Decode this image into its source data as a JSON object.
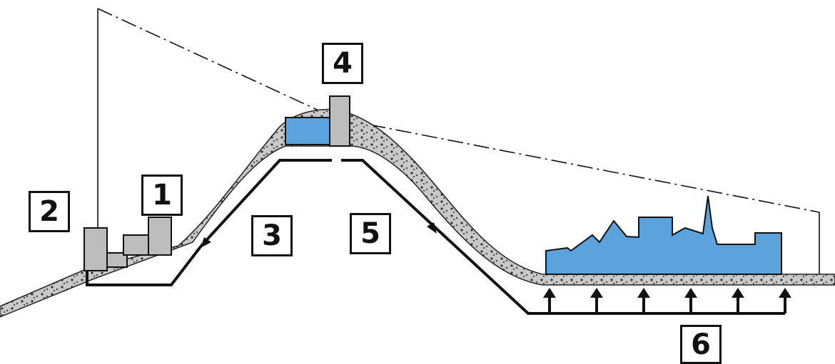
{
  "labels": {
    "one": "1",
    "two": "2",
    "three": "3",
    "four": "4",
    "five": "5",
    "six": "6"
  },
  "colors": {
    "water": "#5ba3dc",
    "structure": "#bdbdbd",
    "ground": "#8a8a8a",
    "line": "#111111"
  }
}
